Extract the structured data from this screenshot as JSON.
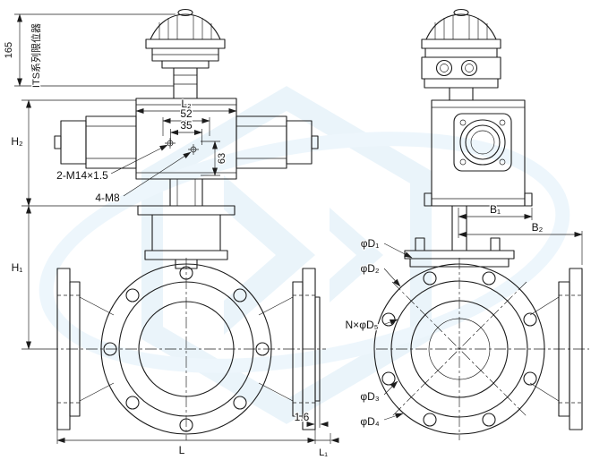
{
  "drawing": {
    "kind": "valve-with-pneumatic-actuator-technical-drawing",
    "colors": {
      "line": "#1c1c1c",
      "watermark": "#d6eaf7",
      "background": "#ffffff"
    }
  },
  "front": {
    "d165": "165",
    "its": "ITS系列限位器",
    "h2": "H₂",
    "h1": "H₁",
    "l2": "L₂",
    "d52": "52",
    "d35": "35",
    "d63": "63",
    "m14": "2-M14×1.5",
    "m8": "4-M8",
    "f16": "1.6",
    "L": "L",
    "L1": "L₁"
  },
  "side": {
    "b1": "B₁",
    "b2": "B₂",
    "d1": "φD₁",
    "d2": "φD₂",
    "d5": "N×φD₅",
    "d3": "φD₃",
    "d4": "φD₄"
  }
}
